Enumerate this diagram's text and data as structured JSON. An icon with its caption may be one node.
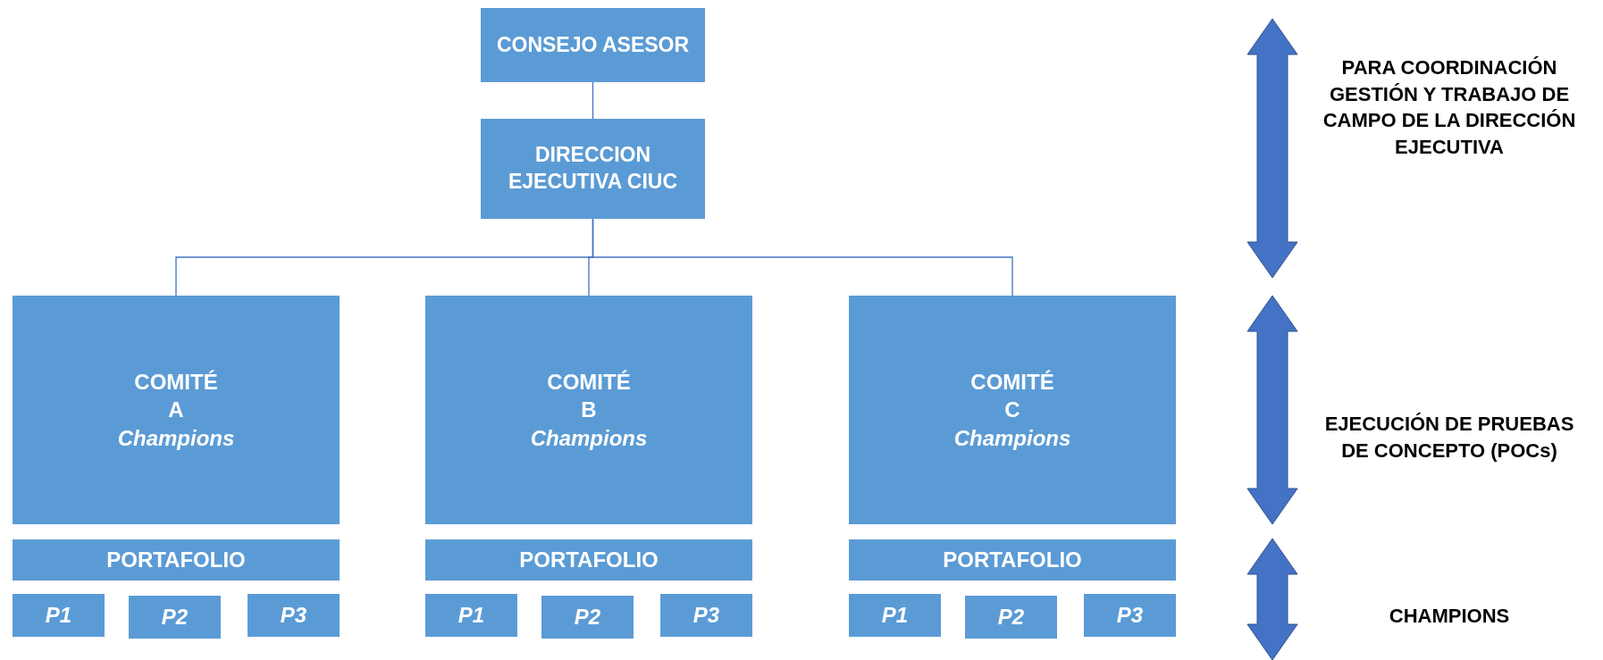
{
  "diagram": {
    "nodes": [
      {
        "text": [
          "CONSEJO ASESOR"
        ]
      },
      {
        "text": [
          "DIRECCION EJECUTIVA CIUC"
        ]
      },
      {
        "text": [
          "COMITÉ A",
          "Champions"
        ]
      },
      {
        "text": [
          "COMITÉ B",
          "Champions"
        ]
      },
      {
        "text": [
          "COMITÉ C",
          "Champions"
        ]
      },
      {
        "text": [
          "PORTAFOLIO"
        ]
      },
      {
        "text": [
          "PORTAFOLIO"
        ]
      },
      {
        "text": [
          "PORTAFOLIO"
        ]
      },
      {
        "text": [
          "P1"
        ]
      },
      {
        "text": [
          "P2"
        ]
      },
      {
        "text": [
          "P3"
        ]
      },
      {
        "text": [
          "P1"
        ]
      },
      {
        "text": [
          "P2"
        ]
      },
      {
        "text": [
          "P3"
        ]
      },
      {
        "text": [
          "P1"
        ]
      },
      {
        "text": [
          "P2"
        ]
      },
      {
        "text": [
          "P3"
        ]
      }
    ],
    "edges": [
      {
        "from": 0,
        "to": 1,
        "arrow": "none"
      },
      {
        "from": 1,
        "to": 2,
        "arrow": "none"
      },
      {
        "from": 1,
        "to": 3,
        "arrow": "none"
      },
      {
        "from": 1,
        "to": 4,
        "arrow": "none"
      }
    ],
    "labels": [
      "PARA COORDINACIÓN GESTIÓN Y TRABAJO DE CAMPO DE LA DIRECCIÓN EJECUTIVA",
      "EJECUCIÓN DE PRUEBAS DE CONCEPTO (POCs)",
      "CHAMPIONS"
    ]
  }
}
